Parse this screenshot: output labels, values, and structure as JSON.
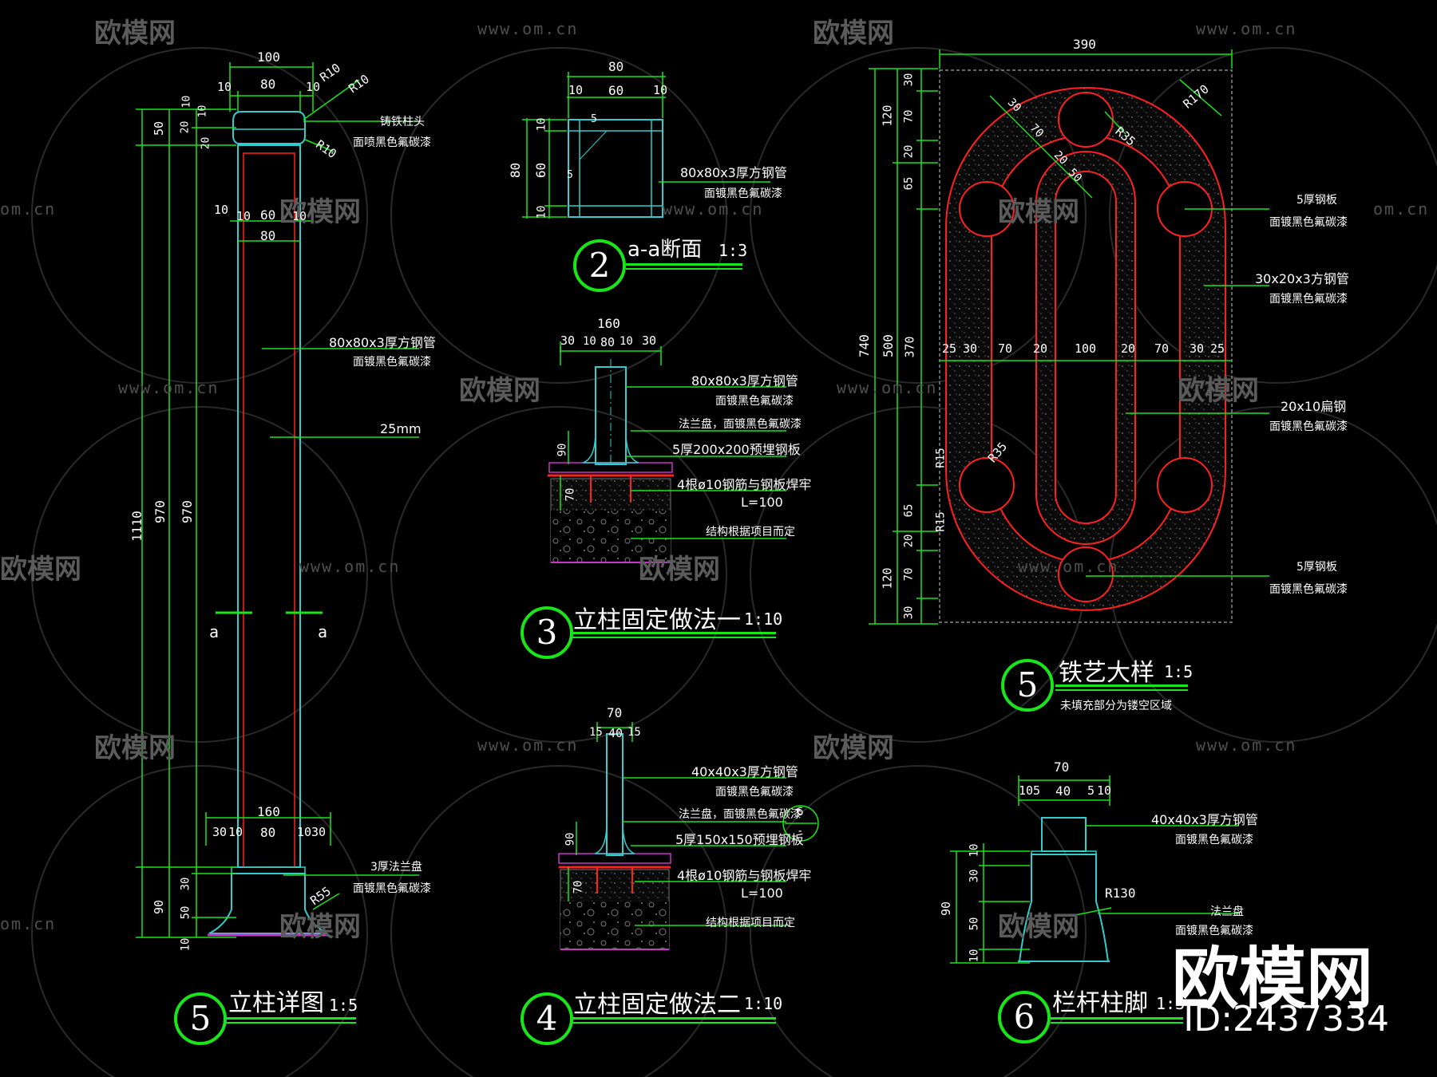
{
  "watermark": {
    "logo_text": "欧模网",
    "url_text": "www.om.cn",
    "url_short": "om.cn"
  },
  "brand": {
    "name": "欧模网",
    "id_text": "ID:2437334"
  },
  "sheet": {
    "post_detail": {
      "number": "5",
      "title": "立柱详图",
      "scale": "1:5",
      "dims_top": [
        "100",
        "10",
        "80",
        "10",
        "R10",
        "R10"
      ],
      "dims_mid": [
        "10",
        "10",
        "60",
        "10",
        "80"
      ],
      "dims_bottom": [
        "160",
        "30",
        "10",
        "80",
        "10",
        "30"
      ],
      "dims_left_outer": "1110",
      "dims_left_mid": [
        "50",
        "970",
        "90"
      ],
      "dims_left_inner": [
        "20",
        "10",
        "970",
        "30",
        "50",
        "10"
      ],
      "cap_dims": [
        "10",
        "20"
      ],
      "radius_base": "R55",
      "radius_cap": "R10",
      "section_mark": "a",
      "notes": [
        {
          "title": "铸铁柱头",
          "sub": "面喷黑色氟碳漆"
        },
        {
          "title": "80x80x3厚方钢管",
          "sub": "面镀黑色氟碳漆"
        },
        {
          "title": "25mm",
          "sub": ""
        },
        {
          "title": "3厚法兰盘",
          "sub": "面镀黑色氟碳漆"
        }
      ]
    },
    "section_aa": {
      "number": "2",
      "title": "a-a断面",
      "scale": "1:3",
      "dims_top": [
        "80",
        "10",
        "60",
        "10"
      ],
      "dims_left": [
        "80",
        "10",
        "60",
        "10"
      ],
      "inner_marks": [
        "5",
        "5"
      ],
      "notes": [
        {
          "title": "80x80x3厚方钢管",
          "sub": "面镀黑色氟碳漆"
        }
      ]
    },
    "fix_method_1": {
      "number": "3",
      "title": "立柱固定做法一",
      "scale": "1:10",
      "dims_top": [
        "160",
        "30",
        "10",
        "80",
        "10",
        "30"
      ],
      "dims_left": [
        "90",
        "70"
      ],
      "notes": [
        {
          "title": "80x80x3厚方钢管",
          "sub": "面镀黑色氟碳漆"
        },
        {
          "title": "法兰盘，面镀黑色氟碳漆",
          "sub": ""
        },
        {
          "title": "5厚200x200预埋钢板",
          "sub": ""
        },
        {
          "title": "4根ø10钢筋与钢板焊牢",
          "sub": "L=100"
        },
        {
          "title": "结构根据项目而定",
          "sub": ""
        }
      ]
    },
    "fix_method_2": {
      "number": "4",
      "title": "立柱固定做法二",
      "scale": "1:10",
      "dims_top": [
        "70",
        "15",
        "40",
        "15"
      ],
      "dims_left": [
        "90",
        "70"
      ],
      "ref_mark": {
        "top": "6",
        "bottom": "-"
      },
      "notes": [
        {
          "title": "40x40x3厚方钢管",
          "sub": "面镀黑色氟碳漆"
        },
        {
          "title": "法兰盘，面镀黑色氟碳漆",
          "sub": ""
        },
        {
          "title": "5厚150x150预埋钢板",
          "sub": ""
        },
        {
          "title": "4根ø10钢筋与钢板焊牢",
          "sub": "L=100"
        },
        {
          "title": "结构根据项目而定",
          "sub": ""
        }
      ]
    },
    "iron_detail": {
      "number": "5",
      "title": "铁艺大样",
      "scale": "1:5",
      "subtitle": "未填充部分为镂空区域",
      "dim_width": "390",
      "dims_left_outer": "740",
      "dims_left_mid": [
        "120",
        "500",
        "120"
      ],
      "dims_left_inner": [
        "30",
        "70",
        "20",
        "65",
        "370",
        "65",
        "20",
        "70",
        "30"
      ],
      "dims_row": [
        "25",
        "30",
        "70",
        "20",
        "100",
        "20",
        "70",
        "30",
        "25"
      ],
      "diag_dims": [
        "30",
        "70",
        "20",
        "50"
      ],
      "radii": [
        "R170",
        "R35",
        "R35",
        "R15",
        "R15"
      ],
      "notes": [
        {
          "title": "5厚钢板",
          "sub": "面镀黑色氟碳漆"
        },
        {
          "title": "30x20x3方钢管",
          "sub": "面镀黑色氟碳漆"
        },
        {
          "title": "20x10扁钢",
          "sub": "面镀黑色氟碳漆"
        },
        {
          "title": "5厚钢板",
          "sub": "面镀黑色氟碳漆"
        }
      ]
    },
    "post_foot": {
      "number": "6",
      "title": "栏杆柱脚",
      "scale": "1:3",
      "dims_top": [
        "70",
        "10",
        "5",
        "40",
        "5",
        "10"
      ],
      "dims_left_outer": "90",
      "dims_left_inner": [
        "10",
        "30",
        "50",
        "10"
      ],
      "radius": "R130",
      "notes": [
        {
          "title": "40x40x3厚方钢管",
          "sub": "面镀黑色氟碳漆"
        },
        {
          "title": "法兰盘",
          "sub": "面镀黑色氟碳漆"
        }
      ]
    }
  },
  "colors": {
    "background": "#000000",
    "green": "#19e619",
    "cyan": "#33cccc",
    "red": "#ff2020",
    "white": "#ffffff",
    "magenta": "#cc33cc",
    "gray": "#555555"
  }
}
